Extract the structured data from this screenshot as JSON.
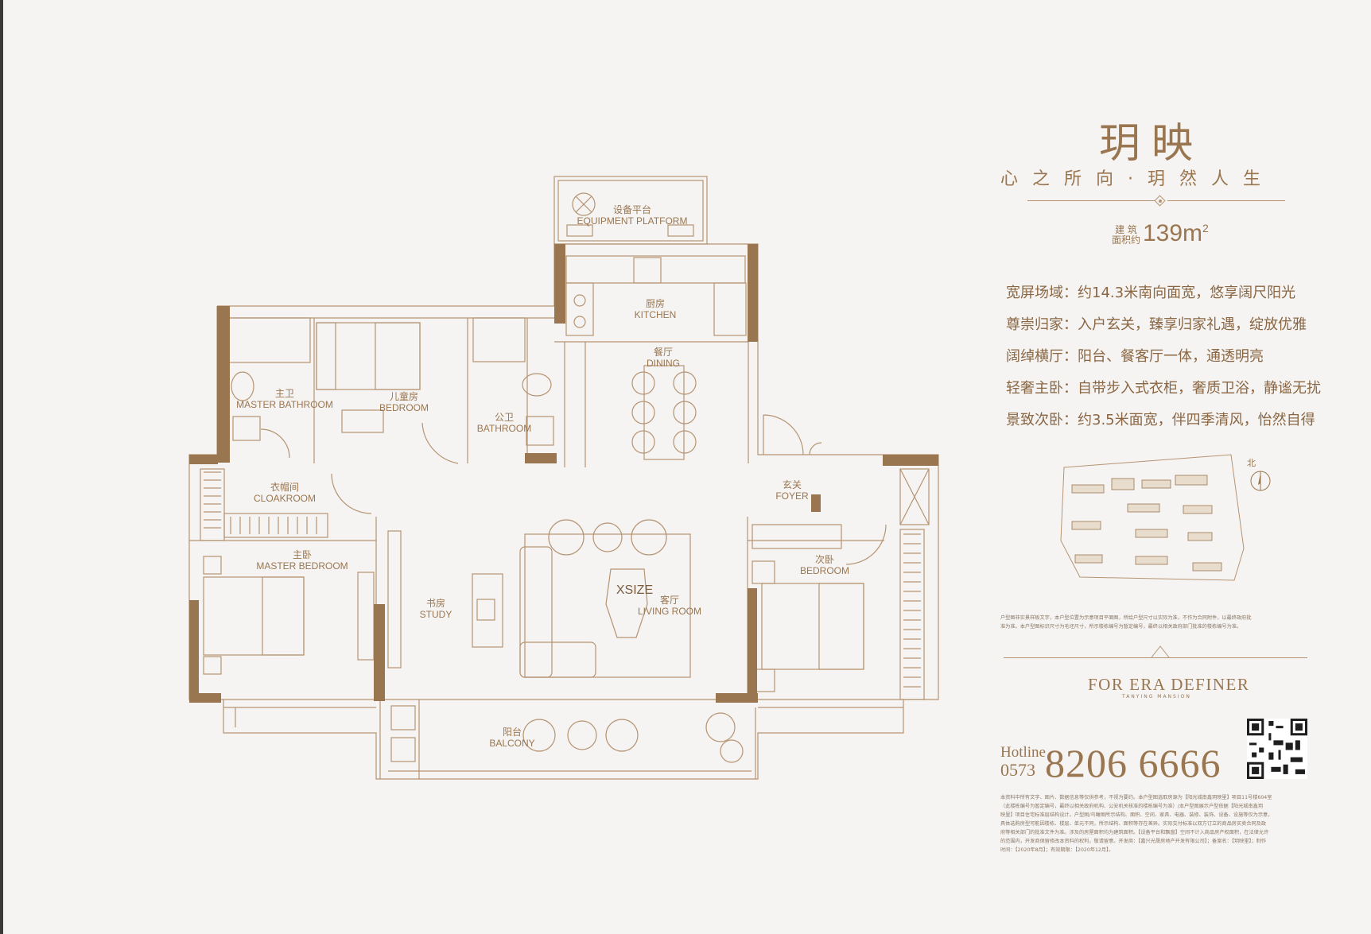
{
  "branding": {
    "title": "玥映",
    "subtitle": "心之所向·玥然人生",
    "area_label_top": "建 筑",
    "area_label_bottom": "面积约",
    "area_value": "139m",
    "area_unit_sup": "2",
    "slogan": "FOR ERA DEFINER",
    "slogan_sub": "TANYING MANSION"
  },
  "features": [
    "宽屏场域：约14.3米南向面宽，悠享阔尺阳光",
    "尊崇归家：入户玄关，臻享归家礼遇，绽放优雅",
    "阔绰横厅：阳台、餐客厅一体，通透明亮",
    "轻奢主卧：自带步入式衣柜，奢质卫浴，静谧无扰",
    "景致次卧：约3.5米面宽，伴四季清风，怡然自得"
  ],
  "site_plan": {
    "north_label": "北"
  },
  "hotline": {
    "word": "Hotline",
    "code": "0573",
    "number": "8206 6666"
  },
  "disclaimer_upper": [
    "户型图非实景样板文字，本户型位置为示意项目平面图，所绘户型尺寸以实际为准，不作为合同附件，以最终政府批",
    "准为准。本户型图标识尺寸为毛坯尺寸，所示楼栋编号为暂定编号，最终以相关政府部门批准的楼栋编号为准。"
  ],
  "disclaimer_lower": [
    "本资料中所有文字、图片、数据信息等仅供参考，不视为要约。本户型图选取房源为【阳光城南鑫玥映里】项目11号楼604室",
    "（此楼栋编号为暂定编号，最终以相关政府机构、公安机关核准的楼栋编号为准）/本户型图展示户型依据【阳光城南鑫玥",
    "映里】项目住宅标准层结构设计。户型图/鸟瞰图所示结构、面积、空间、家具、电器、装修、装饰、设备、设施等仅为示意，",
    "具体选购房型可能因楼栋、楼层、单元不同，所示结构、面积等存在差异。实际交付标准以双方订立的商品房买卖合同及政",
    "府等相关部门的批准文件为准。涉及的房屋面积均为建筑面积。【设备平台和飘窗】空间不计入商品房产权面积，在法律允许",
    "的范围内，开发商保留修改本资料的权利，敬请留意。开发商：【嘉兴光晟房地产开发有限公司】；备案名：【玥映里】；制作",
    "时间：【2020年8月】；有效期限：【2020年12月】。"
  ],
  "rooms": {
    "equipment": {
      "cn": "设备平台",
      "en": "EQUIPMENT PLATFORM"
    },
    "kitchen": {
      "cn": "厨房",
      "en": "KITCHEN"
    },
    "dining": {
      "cn": "餐厅",
      "en": "DINING"
    },
    "master_bath": {
      "cn": "主卫",
      "en": "MASTER BATHROOM"
    },
    "kids_bedroom": {
      "cn": "儿童房",
      "en": "BEDROOM"
    },
    "bathroom": {
      "cn": "公卫",
      "en": "BATHROOM"
    },
    "cloakroom": {
      "cn": "衣帽间",
      "en": "CLOAKROOM"
    },
    "foyer": {
      "cn": "玄关",
      "en": "FOYER"
    },
    "master_bedroom": {
      "cn": "主卧",
      "en": "MASTER BEDROOM"
    },
    "study": {
      "cn": "书房",
      "en": "STUDY"
    },
    "living": {
      "cn": "客厅",
      "en": "LIVING ROOM"
    },
    "second_bedroom": {
      "cn": "次卧",
      "en": "BEDROOM"
    },
    "balcony": {
      "cn": "阳台",
      "en": "BALCONY"
    },
    "size_mark": "XSIZE"
  },
  "colors": {
    "line": "#b69473",
    "wall": "#9a7650",
    "text": "#9a7650",
    "background": "#f5f4f2"
  }
}
